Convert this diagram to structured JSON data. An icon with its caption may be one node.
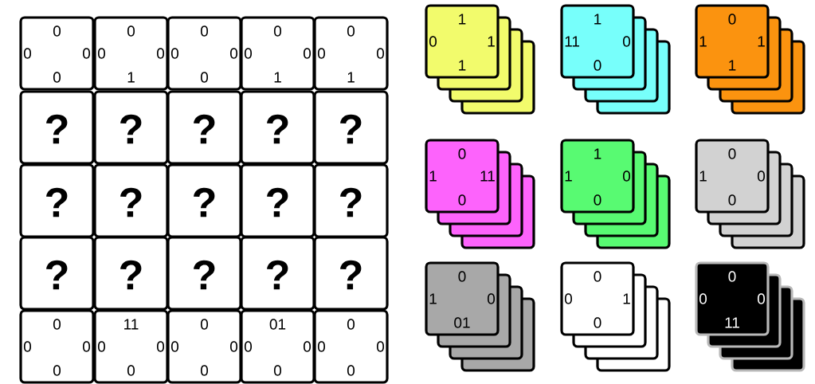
{
  "diagram": {
    "nodes": [
      {
        "text": [
          "0",
          "0",
          "0",
          "0"
        ]
      },
      {
        "text": [
          "0",
          "0",
          "0",
          "1"
        ]
      },
      {
        "text": [
          "0",
          "0",
          "0",
          "0"
        ]
      },
      {
        "text": [
          "0",
          "0",
          "0",
          "1"
        ]
      },
      {
        "text": [
          "0",
          "0",
          "0",
          "1"
        ]
      },
      {
        "text": [
          "?"
        ]
      },
      {
        "text": [
          "?"
        ]
      },
      {
        "text": [
          "?"
        ]
      },
      {
        "text": [
          "?"
        ]
      },
      {
        "text": [
          "?"
        ]
      },
      {
        "text": [
          "?"
        ]
      },
      {
        "text": [
          "?"
        ]
      },
      {
        "text": [
          "?"
        ]
      },
      {
        "text": [
          "?"
        ]
      },
      {
        "text": [
          "?"
        ]
      },
      {
        "text": [
          "?"
        ]
      },
      {
        "text": [
          "?"
        ]
      },
      {
        "text": [
          "?"
        ]
      },
      {
        "text": [
          "?"
        ]
      },
      {
        "text": [
          "?"
        ]
      },
      {
        "text": [
          "0",
          "0",
          "0",
          "0"
        ]
      },
      {
        "text": [
          "11",
          "0",
          "0",
          "0"
        ]
      },
      {
        "text": [
          "0",
          "0",
          "0",
          "0"
        ]
      },
      {
        "text": [
          "01",
          "0",
          "0",
          "0"
        ]
      },
      {
        "text": [
          "0",
          "0",
          "0",
          "0"
        ]
      },
      {
        "text": [
          "1",
          "0",
          "1",
          "1"
        ]
      },
      {
        "text": [
          "1",
          "11",
          "0",
          "0"
        ]
      },
      {
        "text": [
          "0",
          "1",
          "1",
          "1"
        ]
      },
      {
        "text": [
          "0",
          "1",
          "11",
          "0"
        ]
      },
      {
        "text": [
          "1",
          "1",
          "0",
          "0"
        ]
      },
      {
        "text": [
          "0",
          "1",
          "0",
          "0"
        ]
      },
      {
        "text": [
          "0",
          "1",
          "0",
          "01"
        ]
      },
      {
        "text": [
          "0",
          "0",
          "1",
          "0"
        ]
      },
      {
        "text": [
          "0",
          "0",
          "0",
          "11"
        ]
      }
    ]
  }
}
